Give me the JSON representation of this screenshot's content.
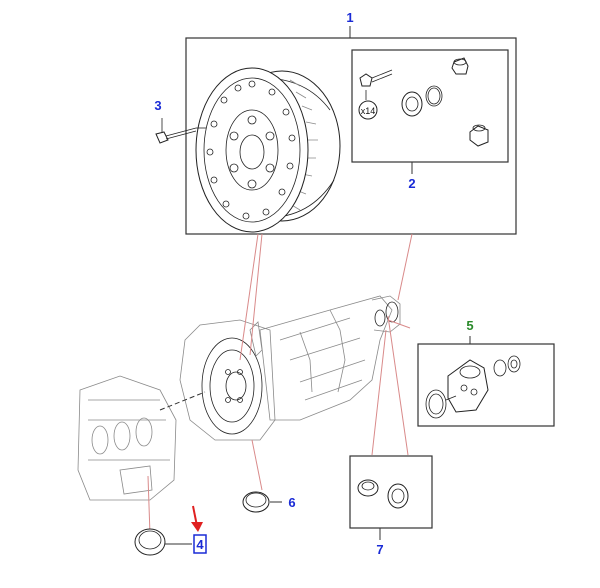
{
  "callouts": {
    "c1": "1",
    "c2": "2",
    "c3": "3",
    "c4": "4",
    "c5": "5",
    "c6": "6",
    "c7": "7"
  },
  "qty_label": "x14",
  "colors": {
    "callout_blue": "#1a2bd6",
    "callout_green": "#2a8a2a",
    "arrow_red": "#e02020",
    "leader_red": "#d98a8a",
    "highlight_box": "#1a2bd6"
  },
  "icons": {
    "arrow": "red-down-arrow-icon"
  }
}
